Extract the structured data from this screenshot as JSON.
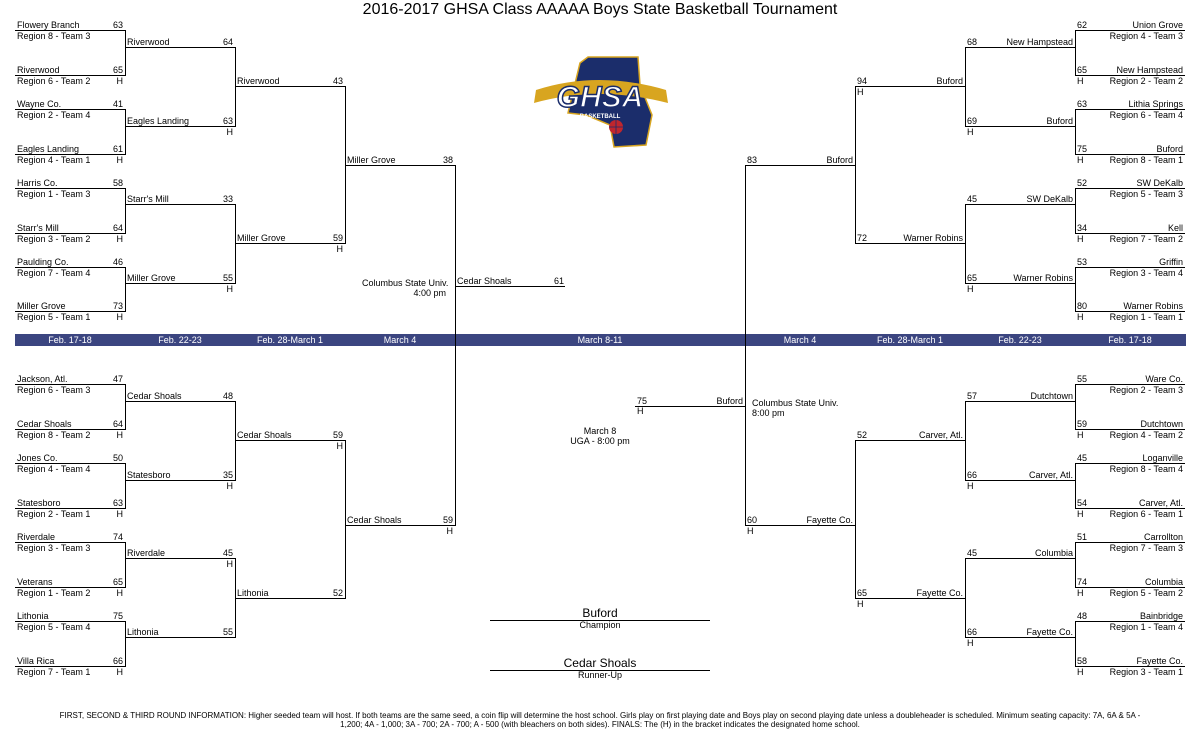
{
  "title": "2016-2017 GHSA Class AAAAA Boys State Basketball Tournament",
  "logo_text": "GHSA",
  "logo_subtext": "BASKETBALL",
  "colors": {
    "band": "#3b4580",
    "logo_navy": "#1b2d6b",
    "logo_gold": "#d8a520",
    "logo_red": "#c0262d"
  },
  "rounds_left": [
    "Feb. 17-18",
    "Feb. 22-23",
    "Feb. 28-March 1",
    "March 4"
  ],
  "round_center": "March 8-11",
  "rounds_right": [
    "March 4",
    "Feb. 28-March 1",
    "Feb. 22-23",
    "Feb. 17-18"
  ],
  "bracket": {
    "left": {
      "r1": [
        {
          "team": "Flowery Branch",
          "score": "63",
          "seed": "Region 8 - Team 3",
          "host": ""
        },
        {
          "team": "Riverwood",
          "score": "65",
          "seed": "Region 6 - Team 2",
          "host": "H"
        },
        {
          "team": "Wayne Co.",
          "score": "41",
          "seed": "Region 2 - Team 4",
          "host": ""
        },
        {
          "team": "Eagles Landing",
          "score": "61",
          "seed": "Region 4 - Team 1",
          "host": "H"
        },
        {
          "team": "Harris Co.",
          "score": "58",
          "seed": "Region 1 - Team 3",
          "host": ""
        },
        {
          "team": "Starr's Mill",
          "score": "64",
          "seed": "Region 3 - Team 2",
          "host": "H"
        },
        {
          "team": "Paulding Co.",
          "score": "46",
          "seed": "Region 7 - Team 4",
          "host": ""
        },
        {
          "team": "Miller Grove",
          "score": "73",
          "seed": "Region 5 - Team 1",
          "host": "H"
        },
        {
          "team": "Jackson, Atl.",
          "score": "47",
          "seed": "Region 6 - Team 3",
          "host": ""
        },
        {
          "team": "Cedar Shoals",
          "score": "64",
          "seed": "Region 8 - Team 2",
          "host": "H"
        },
        {
          "team": "Jones Co.",
          "score": "50",
          "seed": "Region 4 - Team 4",
          "host": ""
        },
        {
          "team": "Statesboro",
          "score": "63",
          "seed": "Region 2 - Team 1",
          "host": "H"
        },
        {
          "team": "Riverdale",
          "score": "74",
          "seed": "Region 3 - Team 3",
          "host": ""
        },
        {
          "team": "Veterans",
          "score": "65",
          "seed": "Region 1 - Team 2",
          "host": "H"
        },
        {
          "team": "Lithonia",
          "score": "75",
          "seed": "Region 5 - Team 4",
          "host": ""
        },
        {
          "team": "Villa Rica",
          "score": "66",
          "seed": "Region 7 - Team 1",
          "host": "H"
        }
      ],
      "r2": [
        {
          "team": "Riverwood",
          "score": "64",
          "host": ""
        },
        {
          "team": "Eagles Landing",
          "score": "63",
          "host": "H"
        },
        {
          "team": "Starr's Mill",
          "score": "33",
          "host": ""
        },
        {
          "team": "Miller Grove",
          "score": "55",
          "host": "H"
        },
        {
          "team": "Cedar Shoals",
          "score": "48",
          "host": ""
        },
        {
          "team": "Statesboro",
          "score": "35",
          "host": "H"
        },
        {
          "team": "Riverdale",
          "score": "45",
          "host": "H"
        },
        {
          "team": "Lithonia",
          "score": "55",
          "host": ""
        }
      ],
      "r3": [
        {
          "team": "Riverwood",
          "score": "43",
          "host": ""
        },
        {
          "team": "Miller Grove",
          "score": "59",
          "host": "H"
        },
        {
          "team": "Cedar Shoals",
          "score": "59",
          "host": "H"
        },
        {
          "team": "Lithonia",
          "score": "52",
          "host": ""
        }
      ],
      "r4": [
        {
          "team": "Miller Grove",
          "score": "38",
          "host": ""
        },
        {
          "team": "Cedar Shoals",
          "score": "59",
          "host": "H"
        }
      ],
      "final": {
        "team": "Cedar Shoals",
        "score": "61"
      }
    },
    "right": {
      "r1": [
        {
          "team": "Union Grove",
          "score": "62",
          "seed": "Region 4 - Team 3",
          "host": ""
        },
        {
          "team": "New Hampstead",
          "score": "65",
          "seed": "Region 2 - Team 2",
          "host": "H"
        },
        {
          "team": "Lithia Springs",
          "score": "63",
          "seed": "Region 6 - Team 4",
          "host": ""
        },
        {
          "team": "Buford",
          "score": "75",
          "seed": "Region 8 - Team 1",
          "host": "H"
        },
        {
          "team": "SW DeKalb",
          "score": "52",
          "seed": "Region 5 - Team 3",
          "host": ""
        },
        {
          "team": "Kell",
          "score": "34",
          "seed": "Region 7 - Team 2",
          "host": "H"
        },
        {
          "team": "Griffin",
          "score": "53",
          "seed": "Region 3 - Team 4",
          "host": ""
        },
        {
          "team": "Warner Robins",
          "score": "80",
          "seed": "Region 1 - Team 1",
          "host": "H"
        },
        {
          "team": "Ware Co.",
          "score": "55",
          "seed": "Region 2 - Team 3",
          "host": ""
        },
        {
          "team": "Dutchtown",
          "score": "59",
          "seed": "Region 4 - Team 2",
          "host": "H"
        },
        {
          "team": "Loganville",
          "score": "45",
          "seed": "Region 8 - Team 4",
          "host": ""
        },
        {
          "team": "Carver, Atl.",
          "score": "54",
          "seed": "Region 6 - Team 1",
          "host": "H"
        },
        {
          "team": "Carrollton",
          "score": "51",
          "seed": "Region 7 - Team 3",
          "host": ""
        },
        {
          "team": "Columbia",
          "score": "74",
          "seed": "Region 5 - Team 2",
          "host": "H"
        },
        {
          "team": "Bainbridge",
          "score": "48",
          "seed": "Region 1 - Team 4",
          "host": ""
        },
        {
          "team": "Fayette Co.",
          "score": "58",
          "seed": "Region 3 - Team 1",
          "host": "H"
        }
      ],
      "r2": [
        {
          "team": "New Hampstead",
          "score": "68",
          "host": ""
        },
        {
          "team": "Buford",
          "score": "69",
          "host": "H"
        },
        {
          "team": "SW DeKalb",
          "score": "45",
          "host": ""
        },
        {
          "team": "Warner Robins",
          "score": "65",
          "host": "H"
        },
        {
          "team": "Dutchtown",
          "score": "57",
          "host": ""
        },
        {
          "team": "Carver, Atl.",
          "score": "66",
          "host": "H"
        },
        {
          "team": "Columbia",
          "score": "45",
          "host": ""
        },
        {
          "team": "Fayette Co.",
          "score": "66",
          "host": "H"
        }
      ],
      "r3": [
        {
          "team": "Buford",
          "score": "94",
          "host": "H"
        },
        {
          "team": "Warner Robins",
          "score": "72",
          "host": ""
        },
        {
          "team": "Carver, Atl.",
          "score": "52",
          "host": ""
        },
        {
          "team": "Fayette Co.",
          "score": "65",
          "host": "H"
        }
      ],
      "r4": [
        {
          "team": "Buford",
          "score": "83",
          "host": ""
        },
        {
          "team": "Fayette Co.",
          "score": "60",
          "host": "H"
        }
      ],
      "final": {
        "team": "Buford",
        "score": "75",
        "host": "H"
      }
    }
  },
  "venues": {
    "left_semi": {
      "name": "Columbus State Univ.",
      "time": "4:00 pm"
    },
    "right_semi": {
      "name": "Columbus State Univ.",
      "time": "8:00 pm"
    },
    "final": {
      "date": "March 8",
      "site": "UGA - 8:00 pm"
    }
  },
  "results": {
    "champion": {
      "team": "Buford",
      "label": "Champion"
    },
    "runner_up": {
      "team": "Cedar Shoals",
      "label": "Runner-Up"
    }
  },
  "footnote_line1": "FIRST, SECOND & THIRD ROUND INFORMATION:  Higher seeded team will host. If both teams are the same seed, a coin flip will determine the host school. Girls play on first playing date and Boys play on second playing date unless a doubleheader is scheduled. Minimum seating capacity: 7A, 6A & 5A -",
  "footnote_line2": "1,200; 4A - 1,000; 3A - 700; 2A - 700; A - 500 (with bleachers on both sides). FINALS: The (H) in the bracket indicates the designated home school."
}
